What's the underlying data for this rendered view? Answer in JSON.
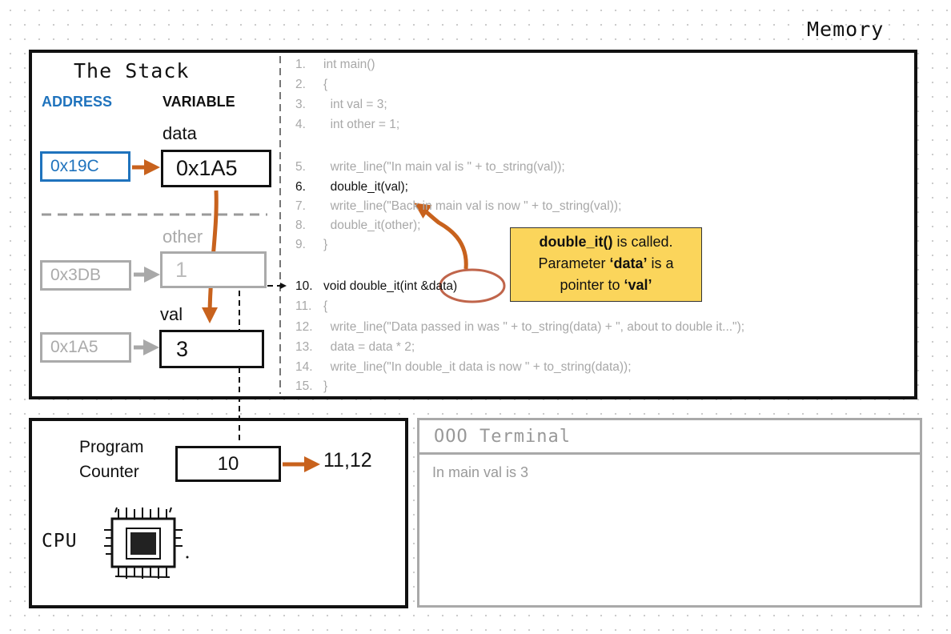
{
  "memory": {
    "title": "Memory"
  },
  "stack": {
    "title": "The Stack",
    "address_header": "ADDRESS",
    "variable_header": "VARIABLE",
    "variables": [
      {
        "name": "data",
        "address": "0x19C",
        "value": "0x1A5"
      },
      {
        "name": "other",
        "address": "0x3DB",
        "value": "1"
      },
      {
        "name": "val",
        "address": "0x1A5",
        "value": "3"
      }
    ]
  },
  "code": {
    "lines": [
      {
        "num": "1.",
        "text": "int main()"
      },
      {
        "num": "2.",
        "text": "{"
      },
      {
        "num": "3.",
        "text": "  int val = 3;"
      },
      {
        "num": "4.",
        "text": "  int other = 1;"
      },
      {
        "num": "5.",
        "text": "  write_line(\"In main val is \" + to_string(val));"
      },
      {
        "num": "6.",
        "text": "  double_it(val);"
      },
      {
        "num": "7.",
        "text": "  write_line(\"Back in main val is now \" + to_string(val));"
      },
      {
        "num": "8.",
        "text": "  double_it(other);"
      },
      {
        "num": "9.",
        "text": "}"
      },
      {
        "num": "10.",
        "text": "void double_it(int &data)"
      },
      {
        "num": "11.",
        "text": "{"
      },
      {
        "num": "12.",
        "text": "  write_line(\"Data passed in was \" + to_string(data) + \", about to double it...\");"
      },
      {
        "num": "13.",
        "text": "  data = data * 2;"
      },
      {
        "num": "14.",
        "text": "  write_line(\"In double_it data is now \" + to_string(data));"
      },
      {
        "num": "15.",
        "text": "}"
      }
    ]
  },
  "callout": {
    "fn": "double_it()",
    "t1": " is called.",
    "t2": "Parameter ",
    "q1": "‘",
    "param": "data",
    "q2": "’",
    "t3": " is a",
    "t4": "pointer to ",
    "q3": "‘",
    "target": "val",
    "q4": "’"
  },
  "cpu": {
    "program_counter_label_1": "Program",
    "program_counter_label_2": "Counter",
    "program_counter_value": "10",
    "next_lines": "11,12",
    "label": "CPU"
  },
  "terminal": {
    "title": "OOO Terminal",
    "output": "In main val is 3"
  },
  "colors": {
    "accent_arrow": "#c8621d",
    "address_blue": "#1f73bd",
    "callout_yellow": "#fbd55b"
  }
}
